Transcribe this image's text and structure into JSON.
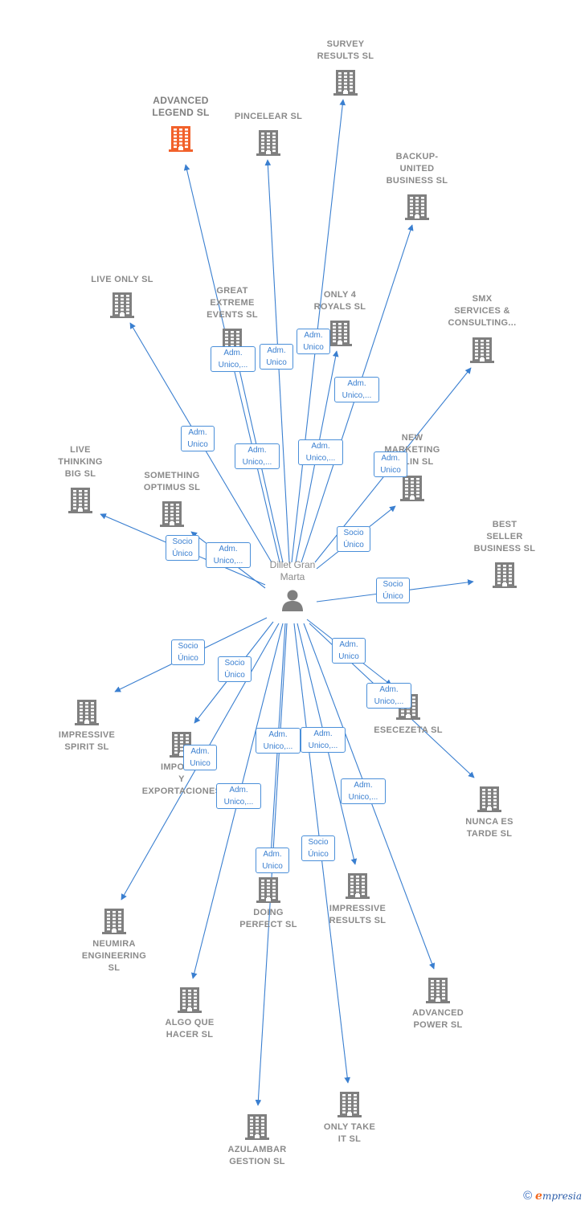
{
  "center": {
    "label": "Dillet Gran\nMarta"
  },
  "colors": {
    "edge": "#3a7fd0",
    "node": "#7f7f7f",
    "highlight": "#f2612b",
    "badge_border": "#4a8fd9"
  },
  "nodes": [
    {
      "id": "survey",
      "label": "SURVEY\nRESULTS  SL"
    },
    {
      "id": "advanced_legend",
      "label": "ADVANCED\nLEGEND  SL",
      "highlight": true
    },
    {
      "id": "pincelear",
      "label": "PINCELEAR  SL"
    },
    {
      "id": "backup",
      "label": "BACKUP-\nUNITED\nBUSINESS  SL"
    },
    {
      "id": "live_only",
      "label": "LIVE ONLY  SL"
    },
    {
      "id": "great_extreme",
      "label": "GREAT\nEXTREME\nEVENTS  SL"
    },
    {
      "id": "only4",
      "label": "ONLY 4\nROYALS  SL"
    },
    {
      "id": "smx",
      "label": "SMX\nSERVICES &\nCONSULTING..."
    },
    {
      "id": "new_marketing",
      "label": "NEW\nMARKETING\nSOLIN  SL"
    },
    {
      "id": "live_thinking",
      "label": "LIVE\nTHINKING\nBIG  SL"
    },
    {
      "id": "something",
      "label": "SOMETHING\nOPTIMUS  SL"
    },
    {
      "id": "best_seller",
      "label": "BEST\nSELLER\nBUSINESS  SL"
    },
    {
      "id": "impressive_spirit",
      "label": "IMPRESSIVE\nSPIRIT  SL"
    },
    {
      "id": "importaciones",
      "label": "IMPORTA\nY\nEXPORTACIONES"
    },
    {
      "id": "esecezeta",
      "label": "ESECEZETA SL"
    },
    {
      "id": "nunca",
      "label": "NUNCA ES\nTARDE  SL"
    },
    {
      "id": "neumira",
      "label": "NEUMIRA\nENGINEERING\nSL"
    },
    {
      "id": "doing",
      "label": "DOING\nPERFECT  SL"
    },
    {
      "id": "impressive_results",
      "label": "IMPRESSIVE\nRESULTS  SL"
    },
    {
      "id": "advanced_power",
      "label": "ADVANCED\nPOWER  SL"
    },
    {
      "id": "algo",
      "label": "ALGO QUE\nHACER  SL"
    },
    {
      "id": "only_take",
      "label": "ONLY TAKE\nIT  SL"
    },
    {
      "id": "azulambar",
      "label": "AZULAMBAR\nGESTION  SL"
    }
  ],
  "edges": [
    {
      "to": "survey",
      "role": "Adm.\nUnico"
    },
    {
      "to": "advanced_legend",
      "role": "Adm.\nUnico,..."
    },
    {
      "to": "pincelear",
      "role": "Adm.\nUnico"
    },
    {
      "to": "backup",
      "role": "Adm.\nUnico,..."
    },
    {
      "to": "live_only",
      "role": "Adm.\nUnico"
    },
    {
      "to": "great_extreme",
      "role": "Adm.\nUnico,..."
    },
    {
      "to": "only4",
      "role": "Adm.\nUnico,..."
    },
    {
      "to": "smx",
      "role": "Adm.\nUnico"
    },
    {
      "to": "new_marketing",
      "role": "Socio\nÚnico"
    },
    {
      "to": "live_thinking",
      "role": "Socio\nÚnico"
    },
    {
      "to": "something",
      "role": "Adm.\nUnico,..."
    },
    {
      "to": "best_seller",
      "role": "Socio\nÚnico"
    },
    {
      "to": "impressive_spirit",
      "role": "Socio\nÚnico"
    },
    {
      "to": "importaciones",
      "role": "Socio\nÚnico"
    },
    {
      "to": "esecezeta",
      "role": "Adm.\nUnico"
    },
    {
      "to": "nunca",
      "role": "Adm.\nUnico,..."
    },
    {
      "to": "neumira",
      "role": "Adm.\nUnico"
    },
    {
      "to": "doing",
      "role": "Adm.\nUnico"
    },
    {
      "to": "impressive_results",
      "role": "Adm.\nUnico,..."
    },
    {
      "to": "advanced_power",
      "role": "Adm.\nUnico,..."
    },
    {
      "to": "algo",
      "role": "Adm.\nUnico,..."
    },
    {
      "to": "only_take",
      "role": "Socio\nÚnico"
    },
    {
      "to": "azulambar",
      "role": "Adm.\nUnico,..."
    }
  ],
  "footer": {
    "copyright": "©",
    "brand_initial": "e",
    "brand": "mpresia"
  }
}
